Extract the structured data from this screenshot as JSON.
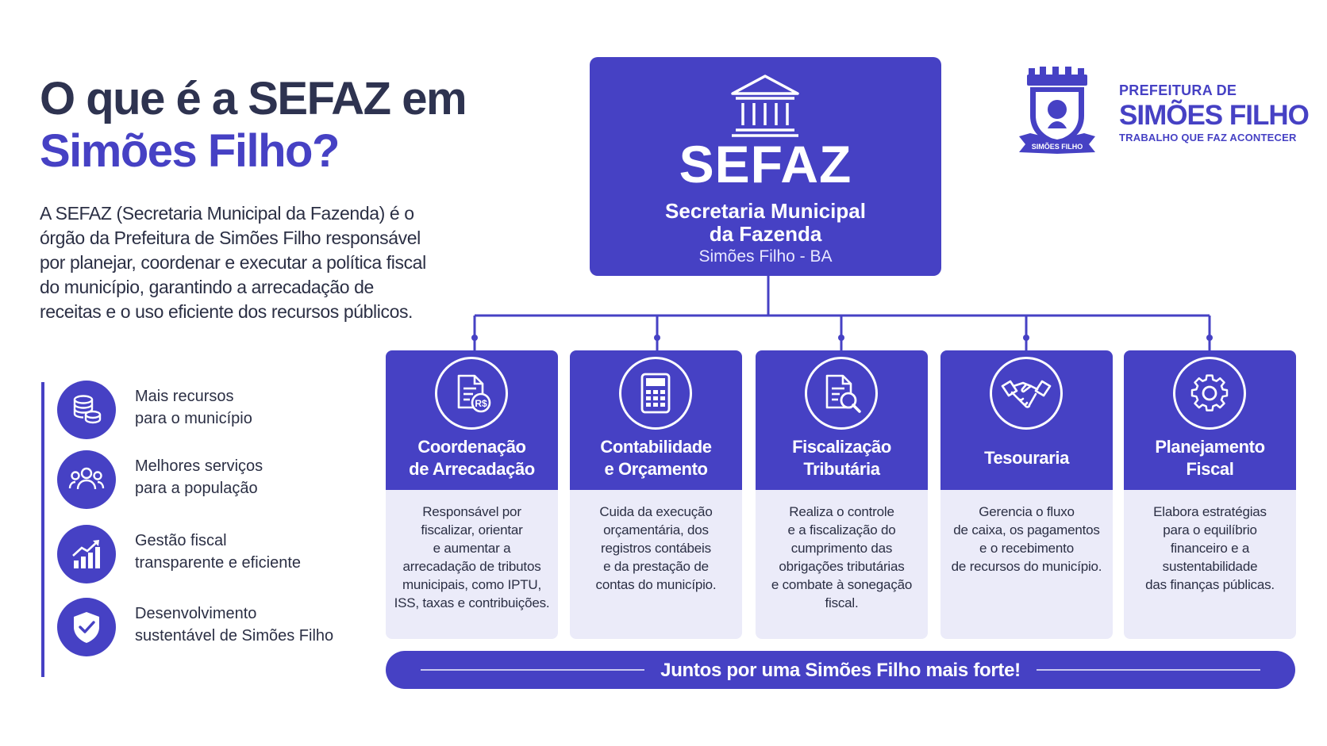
{
  "headline": {
    "line1": "O que é a SEFAZ em",
    "line2": "Simões Filho?"
  },
  "intro": "A SEFAZ (Secretaria Municipal da Fazenda) é o órgão da Prefeitura de Simões Filho responsável por planejar, coordenar e executar a política fiscal do município, garantindo a arrecadação de receitas e o uso eficiente dos recursos públicos.",
  "benefits": [
    {
      "icon": "coins-icon",
      "text": "Mais recursos\npara o município"
    },
    {
      "icon": "people-icon",
      "text": "Melhores serviços\npara a população"
    },
    {
      "icon": "growth-chart-icon",
      "text": "Gestão fiscal\ntransparente e eficiente"
    },
    {
      "icon": "shield-check-icon",
      "text": "Desenvolvimento\nsustentável de Simões Filho"
    }
  ],
  "sefaz": {
    "acronym": "SEFAZ",
    "name": "Secretaria Municipal\nda Fazenda",
    "location": "Simões Filho - BA",
    "icon": "bank-building-icon"
  },
  "logo": {
    "crest_label": "SIMÕES FILHO",
    "line1": "PREFEITURA DE",
    "line2": "SIMÕES FILHO",
    "tagline": "TRABALHO QUE FAZ ACONTECER"
  },
  "departments": [
    {
      "icon": "document-money-icon",
      "title": "Coordenação\nde Arrecadação",
      "description": "Responsável por\nfiscalizar, orientar\ne aumentar a\narrecadação de tributos\nmunicipais, como IPTU,\nISS, taxas e contribuições."
    },
    {
      "icon": "calculator-icon",
      "title": "Contabilidade\ne Orçamento",
      "description": "Cuida da execução\norçamentária, dos\nregistros contábeis\ne da prestação de\ncontas do município."
    },
    {
      "icon": "document-search-icon",
      "title": "Fiscalização\nTributária",
      "description": "Realiza o controle\ne a fiscalização do\ncumprimento das\nobrigações tributárias\ne combate à sonegação\nfiscal."
    },
    {
      "icon": "handshake-icon",
      "title": "Tesouraria",
      "description": "Gerencia o fluxo\nde caixa, os pagamentos\ne o recebimento\nde recursos do município."
    },
    {
      "icon": "gear-icon",
      "title": "Planejamento\nFiscal",
      "description": "Elabora estratégias\npara o equilíbrio\nfinanceiro e a\nsustentabilidade\ndas finanças públicas."
    }
  ],
  "banner": "Juntos por uma Simões Filho mais forte!",
  "colors": {
    "primary": "#4641c4",
    "dark_text": "#2e3350",
    "card_body": "#ebebf9"
  }
}
